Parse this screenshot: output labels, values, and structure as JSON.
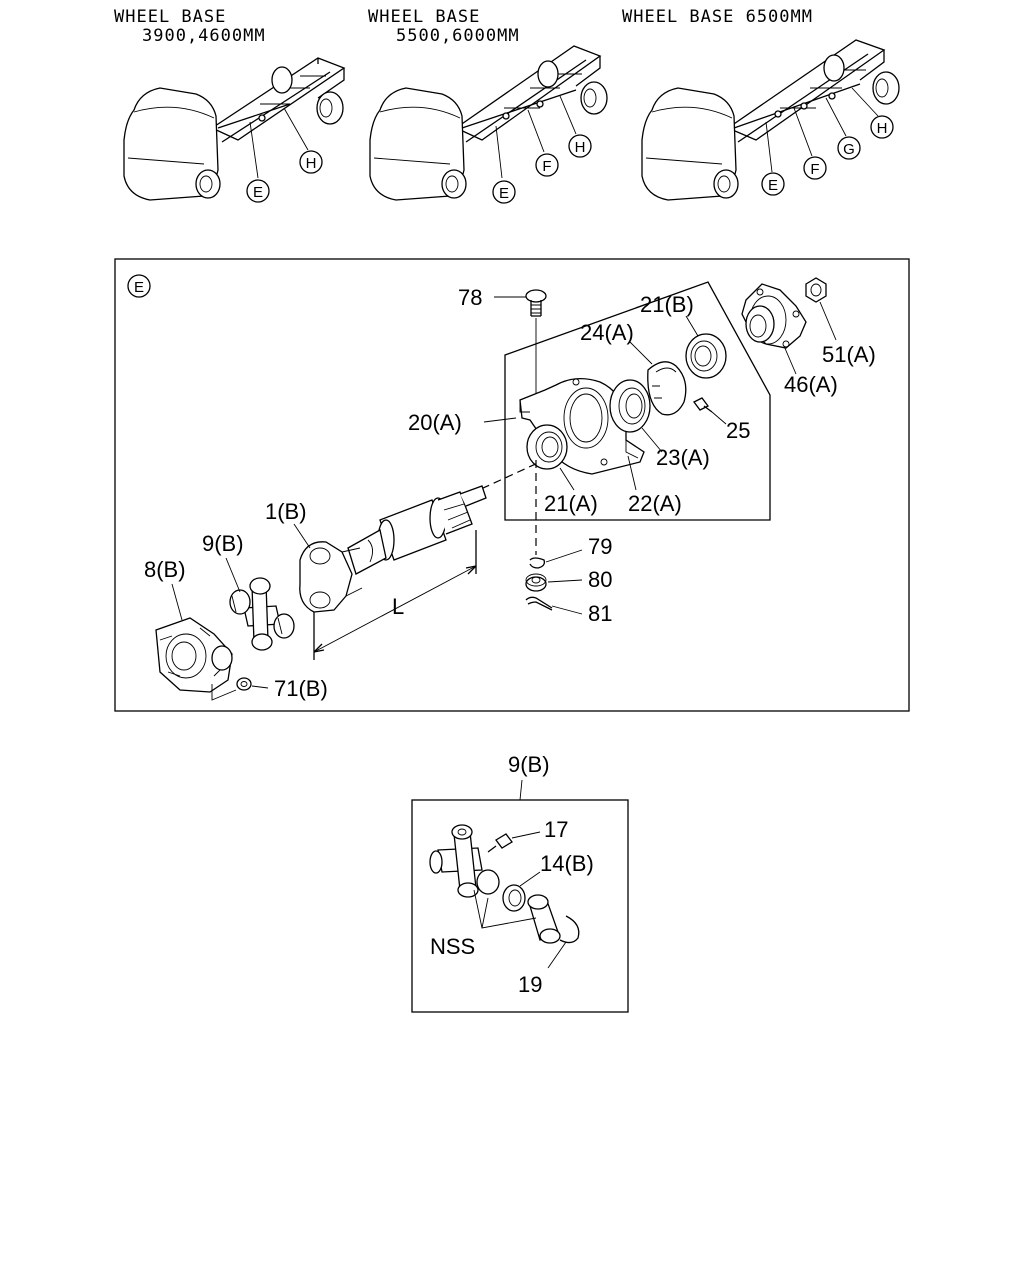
{
  "headers": {
    "wb1_line1": "WHEEL BASE",
    "wb1_line2": "3900,4600MM",
    "wb2_line1": "WHEEL BASE",
    "wb2_line2": "5500,6000MM",
    "wb3_line1": "WHEEL BASE 6500MM"
  },
  "truck_callouts": {
    "t1": [
      "E",
      "H"
    ],
    "t2": [
      "E",
      "F",
      "H"
    ],
    "t3": [
      "E",
      "F",
      "G",
      "H"
    ]
  },
  "detail_e": {
    "frame_label": "E",
    "parts": {
      "p78": "78",
      "p21b": "21(B)",
      "p24a": "24(A)",
      "p20a": "20(A)",
      "p51a": "51(A)",
      "p46a": "46(A)",
      "p25": "25",
      "p23a": "23(A)",
      "p21a": "21(A)",
      "p22a": "22(A)",
      "p1b": "1(B)",
      "p9b": "9(B)",
      "p8b": "8(B)",
      "p79": "79",
      "p80": "80",
      "p81": "81",
      "p71b": "71(B)",
      "dimL": "L"
    }
  },
  "detail_9b": {
    "title": "9(B)",
    "parts": {
      "p17": "17",
      "p14b": "14(B)",
      "nss": "NSS",
      "p19": "19"
    }
  }
}
